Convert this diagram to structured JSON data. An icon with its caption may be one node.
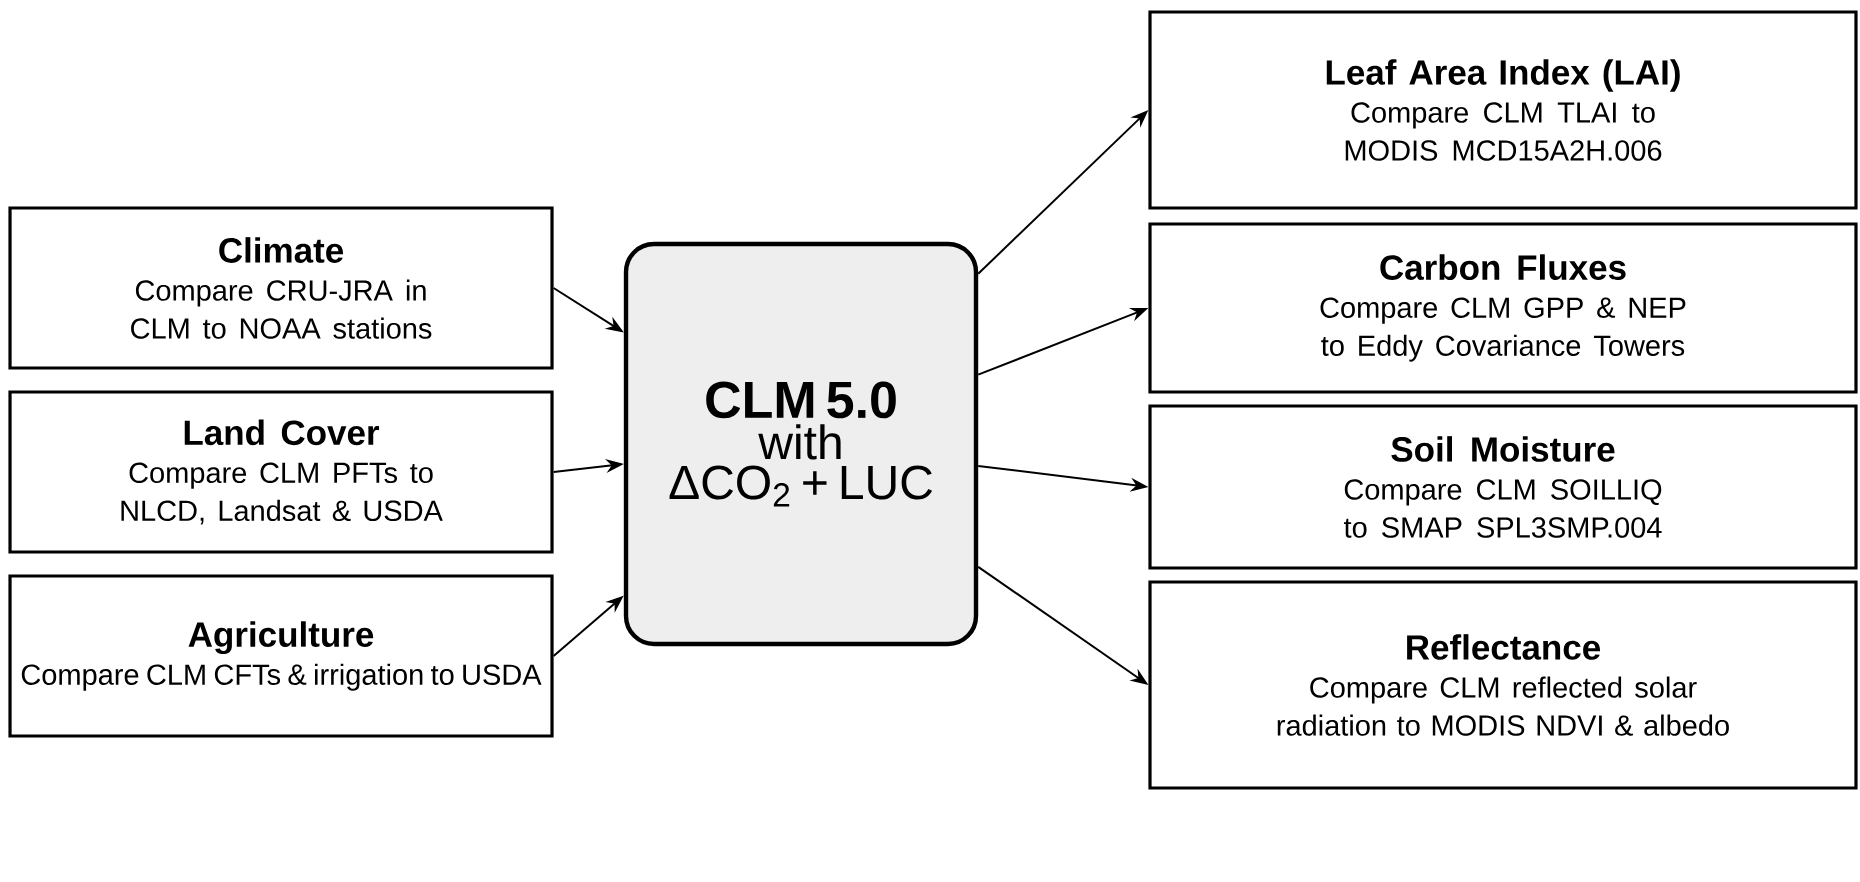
{
  "diagram": {
    "nodes": [
      {
        "text": [
          "Climate",
          "Compare CRU-JRA in CLM to NOAA stations"
        ]
      },
      {
        "text": [
          "Land Cover",
          "Compare CLM PFTs to NLCD, Landsat & USDA"
        ]
      },
      {
        "text": [
          "Agriculture",
          "Compare CLM CFTs & irrigation to USDA"
        ]
      },
      {
        "text": [
          "CLM 5.0",
          "with",
          "ΔCO$_{2}$ + LUC"
        ]
      },
      {
        "text": [
          "Leaf Area Index (LAI)",
          "Compare CLM TLAI to MODIS MCD15A2H.006"
        ]
      },
      {
        "text": [
          "Carbon Fluxes",
          "Compare CLM GPP & NEP to Eddy Covariance Towers"
        ]
      },
      {
        "text": [
          "Soil Moisture",
          "Compare CLM SOILLIQ to SMAP SPL3SMP.004"
        ]
      },
      {
        "text": [
          "Reflectance",
          "Compare CLM reflected solar radiation to MODIS NDVI & albedo"
        ]
      }
    ],
    "edges": [
      {
        "from": 0,
        "to": 3,
        "arrow": "to"
      },
      {
        "from": 1,
        "to": 3,
        "arrow": "to"
      },
      {
        "from": 2,
        "to": 3,
        "arrow": "to"
      },
      {
        "from": 3,
        "to": 4,
        "arrow": "to"
      },
      {
        "from": 3,
        "to": 5,
        "arrow": "to"
      },
      {
        "from": 3,
        "to": 6,
        "arrow": "to"
      },
      {
        "from": 3,
        "to": 7,
        "arrow": "to"
      }
    ]
  }
}
